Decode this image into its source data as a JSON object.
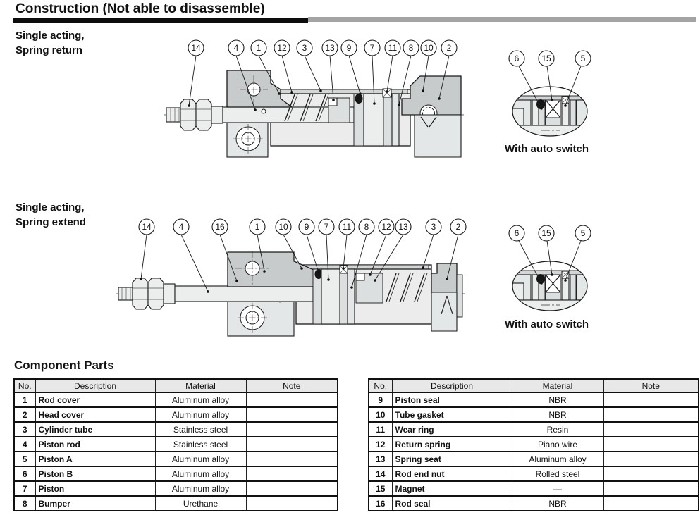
{
  "header": {
    "title": "Construction (Not able to disassemble)"
  },
  "sections": {
    "spring_return": {
      "label_line1": "Single acting,",
      "label_line2": "Spring return",
      "callouts": [
        "14",
        "4",
        "1",
        "12",
        "3",
        "13",
        "9",
        "7",
        "11",
        "8",
        "10",
        "2"
      ],
      "detail_callouts": [
        "6",
        "15",
        "5"
      ],
      "detail_caption": "With auto switch"
    },
    "spring_extend": {
      "label_line1": "Single acting,",
      "label_line2": "Spring extend",
      "callouts": [
        "14",
        "4",
        "16",
        "1",
        "10",
        "9",
        "7",
        "11",
        "8",
        "12",
        "13",
        "3",
        "2"
      ],
      "detail_callouts": [
        "6",
        "15",
        "5"
      ],
      "detail_caption": "With auto switch"
    }
  },
  "component_parts": {
    "heading": "Component Parts",
    "headers": [
      "No.",
      "Description",
      "Material",
      "Note"
    ],
    "left_rows": [
      {
        "no": "1",
        "description": "Rod cover",
        "material": "Aluminum alloy",
        "note": ""
      },
      {
        "no": "2",
        "description": "Head cover",
        "material": "Aluminum alloy",
        "note": ""
      },
      {
        "no": "3",
        "description": "Cylinder tube",
        "material": "Stainless steel",
        "note": ""
      },
      {
        "no": "4",
        "description": "Piston rod",
        "material": "Stainless steel",
        "note": ""
      },
      {
        "no": "5",
        "description": "Piston A",
        "material": "Aluminum alloy",
        "note": ""
      },
      {
        "no": "6",
        "description": "Piston B",
        "material": "Aluminum alloy",
        "note": ""
      },
      {
        "no": "7",
        "description": "Piston",
        "material": "Aluminum alloy",
        "note": ""
      },
      {
        "no": "8",
        "description": "Bumper",
        "material": "Urethane",
        "note": ""
      }
    ],
    "right_rows": [
      {
        "no": "9",
        "description": "Piston seal",
        "material": "NBR",
        "note": ""
      },
      {
        "no": "10",
        "description": "Tube gasket",
        "material": "NBR",
        "note": ""
      },
      {
        "no": "11",
        "description": "Wear ring",
        "material": "Resin",
        "note": ""
      },
      {
        "no": "12",
        "description": "Return spring",
        "material": "Piano wire",
        "note": ""
      },
      {
        "no": "13",
        "description": "Spring seat",
        "material": "Aluminum alloy",
        "note": ""
      },
      {
        "no": "14",
        "description": "Rod end nut",
        "material": "Rolled steel",
        "note": ""
      },
      {
        "no": "15",
        "description": "Magnet",
        "material": "—",
        "note": ""
      },
      {
        "no": "16",
        "description": "Rod seal",
        "material": "NBR",
        "note": ""
      }
    ]
  },
  "colors": {
    "dark_part_gray": "#c7cbcb",
    "light_part_gray": "#eceeee",
    "title_bar_black": "#0d0d0d",
    "title_bar_gray": "#a3a3a3",
    "table_header_bg": "#e8e8e8"
  }
}
